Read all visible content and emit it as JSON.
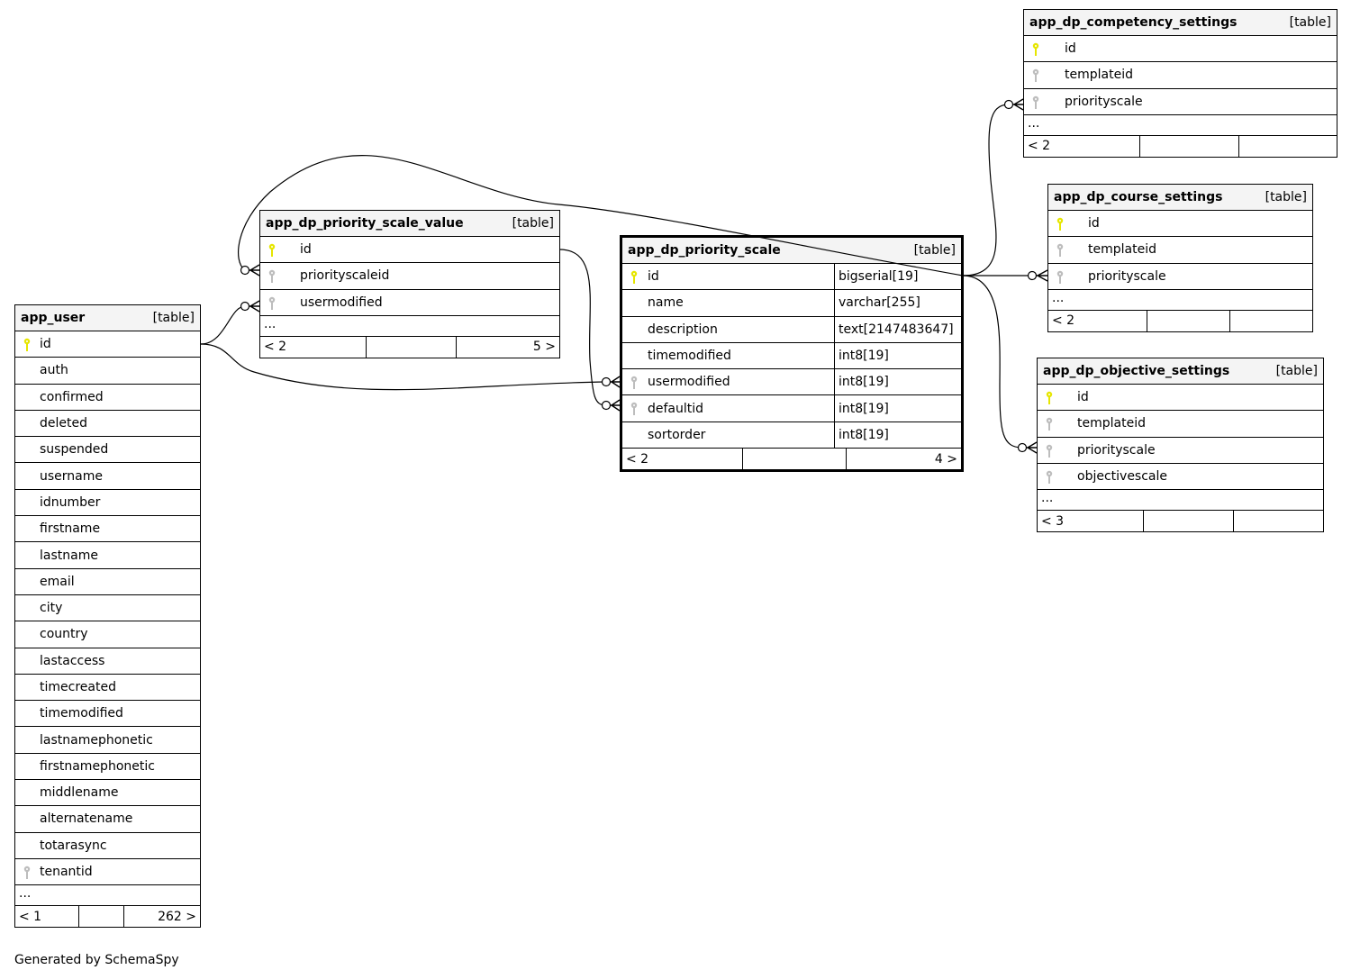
{
  "footer_text": "Generated by SchemaSpy",
  "colors": {
    "pk_key": "#e6e600",
    "fk_key": "#bdbdbd",
    "header_bg": "#f4f4f4"
  },
  "tables": {
    "app_user": {
      "name": "app_user",
      "type": "[table]",
      "columns": [
        {
          "name": "id",
          "key": "pk"
        },
        {
          "name": "auth"
        },
        {
          "name": "confirmed"
        },
        {
          "name": "deleted"
        },
        {
          "name": "suspended"
        },
        {
          "name": "username"
        },
        {
          "name": "idnumber"
        },
        {
          "name": "firstname"
        },
        {
          "name": "lastname"
        },
        {
          "name": "email"
        },
        {
          "name": "city"
        },
        {
          "name": "country"
        },
        {
          "name": "lastaccess"
        },
        {
          "name": "timecreated"
        },
        {
          "name": "timemodified"
        },
        {
          "name": "lastnamephonetic"
        },
        {
          "name": "firstnamephonetic"
        },
        {
          "name": "middlename"
        },
        {
          "name": "alternatename"
        },
        {
          "name": "totarasync"
        },
        {
          "name": "tenantid",
          "key": "fk"
        }
      ],
      "more": "...",
      "footer": [
        "< 1",
        "",
        "262 >"
      ]
    },
    "app_dp_priority_scale_value": {
      "name": "app_dp_priority_scale_value",
      "type": "[table]",
      "columns": [
        {
          "name": "id",
          "key": "pk"
        },
        {
          "name": "priorityscaleid",
          "key": "fk"
        },
        {
          "name": "usermodified",
          "key": "fk"
        }
      ],
      "more": "...",
      "footer": [
        "< 2",
        "",
        "5 >"
      ]
    },
    "app_dp_priority_scale": {
      "name": "app_dp_priority_scale",
      "type": "[table]",
      "columns": [
        {
          "name": "id",
          "key": "pk",
          "type": "bigserial[19]"
        },
        {
          "name": "name",
          "type": "varchar[255]"
        },
        {
          "name": "description",
          "type": "text[2147483647]"
        },
        {
          "name": "timemodified",
          "type": "int8[19]"
        },
        {
          "name": "usermodified",
          "key": "fk",
          "type": "int8[19]"
        },
        {
          "name": "defaultid",
          "key": "fk",
          "type": "int8[19]"
        },
        {
          "name": "sortorder",
          "type": "int8[19]"
        }
      ],
      "footer": [
        "< 2",
        "",
        "4 >"
      ]
    },
    "app_dp_competency_settings": {
      "name": "app_dp_competency_settings",
      "type": "[table]",
      "columns": [
        {
          "name": "id",
          "key": "pk"
        },
        {
          "name": "templateid",
          "key": "fk"
        },
        {
          "name": "priorityscale",
          "key": "fk"
        }
      ],
      "more": "...",
      "footer": [
        "< 2",
        "",
        ""
      ]
    },
    "app_dp_course_settings": {
      "name": "app_dp_course_settings",
      "type": "[table]",
      "columns": [
        {
          "name": "id",
          "key": "pk"
        },
        {
          "name": "templateid",
          "key": "fk"
        },
        {
          "name": "priorityscale",
          "key": "fk"
        }
      ],
      "more": "...",
      "footer": [
        "< 2",
        "",
        ""
      ]
    },
    "app_dp_objective_settings": {
      "name": "app_dp_objective_settings",
      "type": "[table]",
      "columns": [
        {
          "name": "id",
          "key": "pk"
        },
        {
          "name": "templateid",
          "key": "fk"
        },
        {
          "name": "priorityscale",
          "key": "fk"
        },
        {
          "name": "objectivescale",
          "key": "fk"
        }
      ],
      "more": "...",
      "footer": [
        "< 3",
        "",
        ""
      ]
    }
  },
  "relationships": [
    {
      "from": "app_user.id",
      "to": "app_dp_priority_scale_value.usermodified"
    },
    {
      "from": "app_user.id",
      "to": "app_dp_priority_scale.usermodified"
    },
    {
      "from": "app_dp_priority_scale.id",
      "to": "app_dp_priority_scale_value.priorityscaleid"
    },
    {
      "from": "app_dp_priority_scale_value.id",
      "to": "app_dp_priority_scale.defaultid"
    },
    {
      "from": "app_dp_priority_scale.id",
      "to": "app_dp_competency_settings.priorityscale"
    },
    {
      "from": "app_dp_priority_scale.id",
      "to": "app_dp_course_settings.priorityscale"
    },
    {
      "from": "app_dp_priority_scale.id",
      "to": "app_dp_objective_settings.priorityscale"
    }
  ]
}
